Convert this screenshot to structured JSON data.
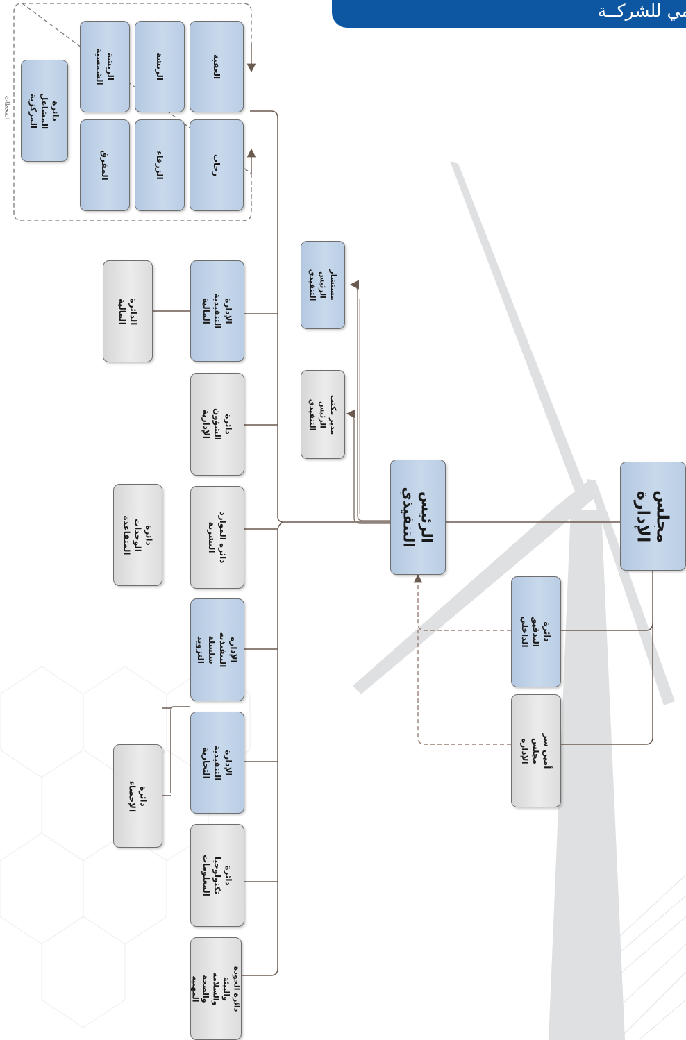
{
  "header": {
    "banner_text": "ــيمي للشركــة"
  },
  "board": {
    "label": "مجلس الإدارة"
  },
  "ceo": {
    "label": "الرئيس التنفيذي"
  },
  "board_units": {
    "internal_audit": "دائرة التدقيق الداخلي",
    "board_secretary": "أمين سر مجلس الإدارة"
  },
  "ceo_office": {
    "advisor": "مستشار الرئيس التنفيذي",
    "office_manager": "مدير مكتب الرئيس التنفيذي"
  },
  "departments": {
    "finance": "الإدارة التنفيذية المالية",
    "admin": "دائرة الشؤون الإدارية",
    "hr": "دائرة الموارد البشرية",
    "supply_chain": "الإدارة التنفيذية سلسلة التزويد",
    "commercial": "الإدارة التنفيذية التجارية",
    "it": "دائرة تكنولوجيا المعلومات",
    "qhse": "دائرة الجودة والبيئة والسلامة والصحة المهنية"
  },
  "sub_units": {
    "financial_dept": "الدائرة المالية",
    "retired_units": "دائرة الوحدات المتقاعدة",
    "statistics": "دائرة الإحصاء"
  },
  "stations": {
    "group_label": "المحطات",
    "aqaba": "العقبة",
    "risha": "الريشة",
    "risha_solar": "الريشة الشمسية",
    "central_stations": "دائرة المشاغل المركزية",
    "rehab": "رحاب",
    "zarqa": "الزرقاء",
    "mafraq": "المفرق"
  },
  "colors": {
    "banner": "#0d57a2",
    "connector": "#6b5a50",
    "box_blue": "#c9d9ec",
    "box_grey": "#e6e6e6"
  }
}
